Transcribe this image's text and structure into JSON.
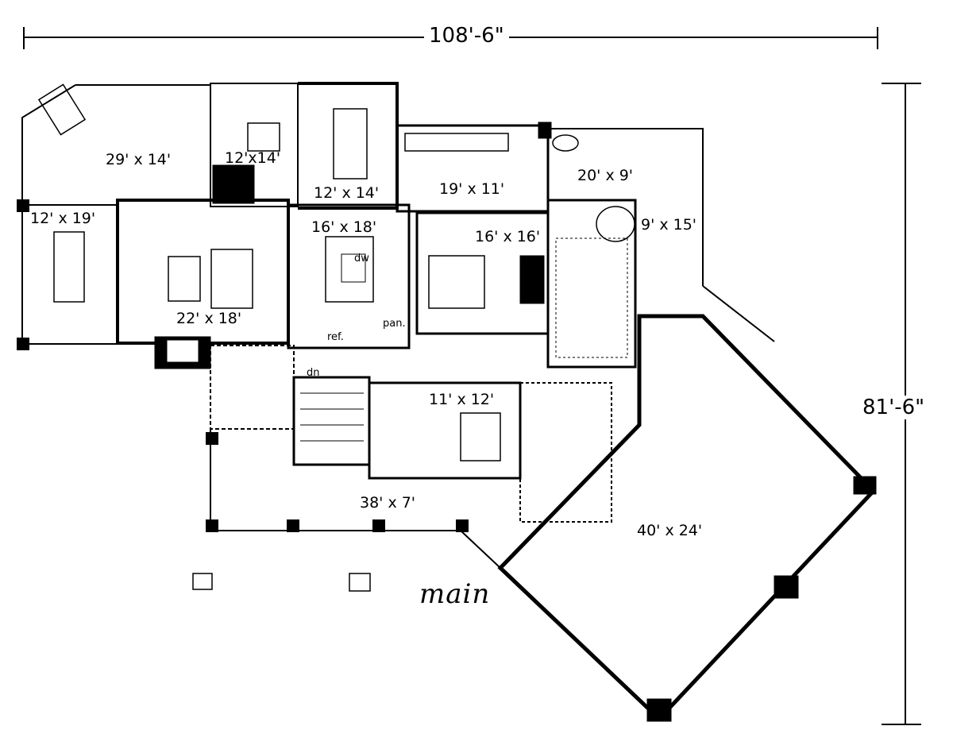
{
  "dimensions": {
    "width": "108'-6\"",
    "depth": "81'-6\""
  },
  "rooms": {
    "screened_porch": "29' x 14'",
    "den": "12'x14'",
    "dining": "12' x 14'",
    "hearth_room": "19' x 11'",
    "deck": "20' x 9'",
    "porch_dining": "12' x 19'",
    "great_room": "22' x 18'",
    "kitchen": "16' x 18'",
    "master_bedroom": "16' x 16'",
    "master_bath": "9' x 15'",
    "bedroom": "11' x 12'",
    "front_porch": "38' x 7'",
    "garage": "40' x 24'"
  },
  "labels": {
    "dishwasher": "dw",
    "refrigerator": "ref.",
    "pantry": "pan.",
    "stair": "dn",
    "floor": "main"
  }
}
